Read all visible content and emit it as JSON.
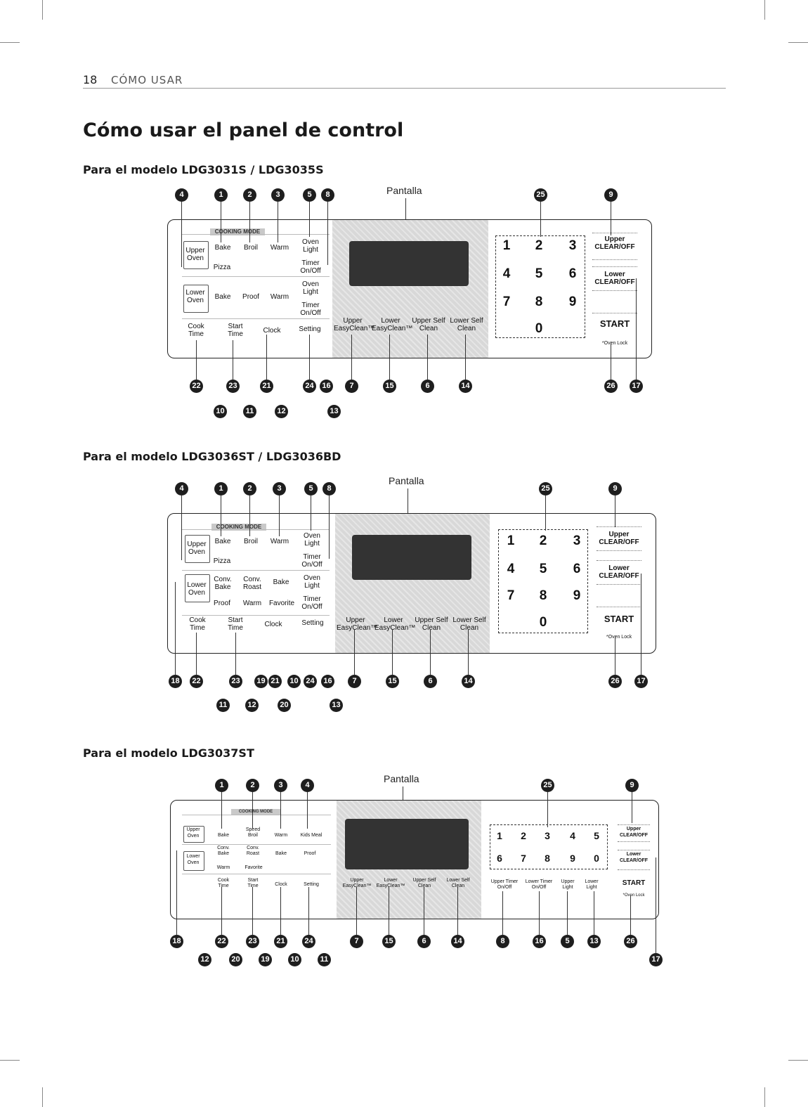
{
  "header": {
    "page_number": "18",
    "section": "CÓMO USAR"
  },
  "title": "Cómo usar el panel de control",
  "models": [
    {
      "subtitle": "Para el modelo LDG3031S / LDG3035S"
    },
    {
      "subtitle": "Para el modelo LDG3036ST / LDG3036BD"
    },
    {
      "subtitle": "Para el modelo LDG3037ST"
    }
  ],
  "display_label": "Pantalla",
  "labels": {
    "cooking_mode": "COOKING MODE",
    "upper_oven": "Upper Oven",
    "lower_oven": "Lower Oven",
    "bake": "Bake",
    "broil": "Broil",
    "speed_broil": "Speed Broil",
    "warm": "Warm",
    "pizza": "Pizza",
    "proof": "Proof",
    "kids_meal": "Kids Meal",
    "conv_bake": "Conv. Bake",
    "conv_roast": "Conv. Roast",
    "favorite": "Favorite",
    "cook_time": "Cook Time",
    "start_time": "Start Time",
    "clock": "Clock",
    "setting": "Setting",
    "oven_light": "Oven Light",
    "timer_onoff": "Timer On/Off",
    "upper_timer_onoff": "Upper Timer On/Off",
    "lower_timer_onoff": "Lower Timer On/Off",
    "upper_light": "Upper Light",
    "lower_light": "Lower Light",
    "upper_easyclean": "Upper EasyClean™",
    "lower_easyclean": "Lower EasyClean™",
    "upper_selfclean": "Upper Self Clean",
    "lower_selfclean": "Lower Self Clean",
    "upper_clear": "Upper CLEAR/OFF",
    "lower_clear": "Lower CLEAR/OFF",
    "start": "START",
    "oven_lock": "*Oven Lock"
  },
  "keypad": {
    "grid": [
      "1",
      "2",
      "3",
      "4",
      "5",
      "6",
      "7",
      "8",
      "9",
      "0"
    ],
    "row": [
      "1",
      "2",
      "3",
      "4",
      "5",
      "6",
      "7",
      "8",
      "9",
      "0"
    ]
  },
  "callouts": {
    "d1_top": [
      "4",
      "1",
      "2",
      "3",
      "5",
      "8",
      "25",
      "9"
    ],
    "d1_bottom": [
      "22",
      "23",
      "21",
      "24",
      "16",
      "7",
      "15",
      "6",
      "14",
      "26",
      "17",
      "10",
      "11",
      "12",
      "13"
    ],
    "d2_top": [
      "4",
      "1",
      "2",
      "3",
      "5",
      "8",
      "25",
      "9"
    ],
    "d2_bottom": [
      "18",
      "22",
      "23",
      "19",
      "21",
      "10",
      "24",
      "16",
      "7",
      "15",
      "6",
      "14",
      "26",
      "17",
      "11",
      "12",
      "20",
      "13"
    ],
    "d3_top": [
      "1",
      "2",
      "3",
      "4",
      "25",
      "9"
    ],
    "d3_bottom": [
      "18",
      "22",
      "23",
      "21",
      "24",
      "7",
      "15",
      "6",
      "14",
      "8",
      "16",
      "5",
      "13",
      "26",
      "12",
      "20",
      "19",
      "10",
      "11",
      "17"
    ]
  }
}
